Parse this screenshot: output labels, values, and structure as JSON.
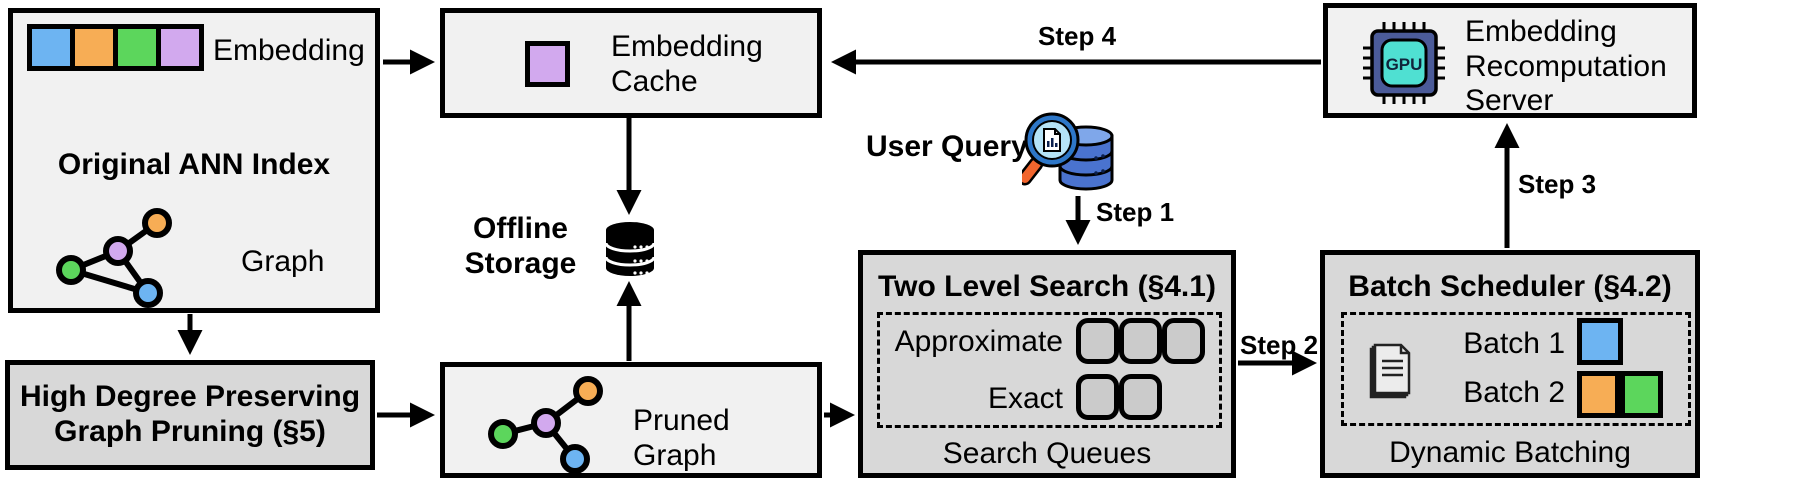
{
  "steps": {
    "step1": "Step 1",
    "step2": "Step 2",
    "step3": "Step 3",
    "step4": "Step 4"
  },
  "ann_index": {
    "title": "Original ANN Index",
    "embedding_label": "Embedding",
    "graph_label": "Graph",
    "embedding_vector_colors": [
      "blue",
      "orange",
      "green",
      "purple"
    ]
  },
  "embedding_cache": {
    "title": "Embedding Cache"
  },
  "offline_storage": {
    "label": "Offline Storage"
  },
  "user_query": {
    "label": "User Query"
  },
  "two_level_search": {
    "title": "Two Level Search (§4.1)",
    "approximate_label": "Approximate",
    "exact_label": "Exact",
    "caption": "Search Queues",
    "queue_slots": {
      "approximate": 3,
      "exact": 2
    }
  },
  "batch_scheduler": {
    "title": "Batch Scheduler (§4.2)",
    "batch1_label": "Batch 1",
    "batch2_label": "Batch 2",
    "batch1_colors": [
      "blue"
    ],
    "batch2_colors": [
      "orange",
      "green"
    ],
    "caption": "Dynamic Batching"
  },
  "recomputation_server": {
    "title": "Embedding Recomputation Server",
    "chip_label": "GPU"
  },
  "graph_pruning": {
    "title": "High Degree Preserving Graph Pruning (§5)"
  },
  "pruned_graph": {
    "label": "Pruned Graph"
  },
  "colors": {
    "blue": "#6db4f2",
    "orange": "#f7ad55",
    "green": "#5cd65c",
    "purple": "#d2a9ee",
    "chip_body": "#4b5b99",
    "chip_core": "#4fe0d2",
    "db_blue": "#4a73cf",
    "db_blue_light": "#7fa7ea",
    "lens_blue": "#b5e3f7",
    "ring_blue": "#2e77c8",
    "handle_orange": "#f2662e"
  }
}
